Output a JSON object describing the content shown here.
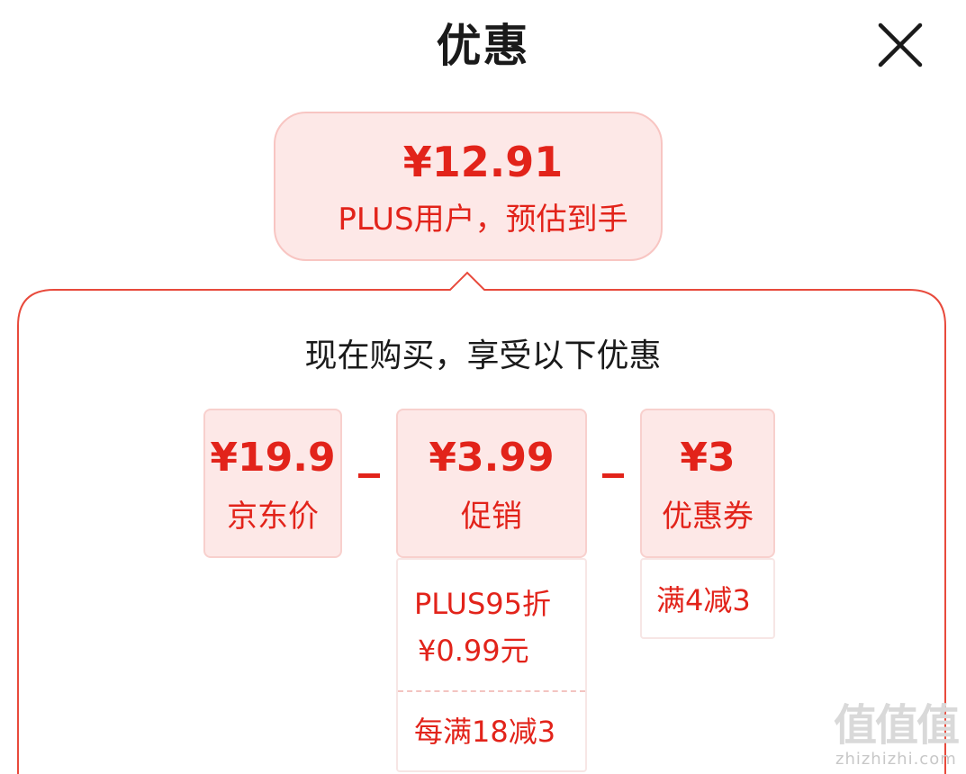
{
  "header": {
    "title": "优惠",
    "close_icon": "close-icon"
  },
  "estimate": {
    "price": "¥12.91",
    "subtitle": "PLUS用户，预估到手"
  },
  "breakdown": {
    "heading": "现在购买，享受以下优惠",
    "cards": [
      {
        "amount": "¥19.9",
        "label": "京东价"
      },
      {
        "amount": "¥3.99",
        "label": "促销"
      },
      {
        "amount": "¥3",
        "label": "优惠券"
      }
    ],
    "promo_details": {
      "line1": "PLUS95折",
      "line2": "¥0.99元",
      "line3": "每满18减3"
    },
    "coupon_details": {
      "line1": "满4减3"
    }
  },
  "watermark": {
    "glyphs": "值值值",
    "url": "zhizhizhi.com"
  },
  "colors": {
    "accent": "#e2231a",
    "card_bg": "#fde8e7",
    "panel_border": "#e84a3c"
  }
}
